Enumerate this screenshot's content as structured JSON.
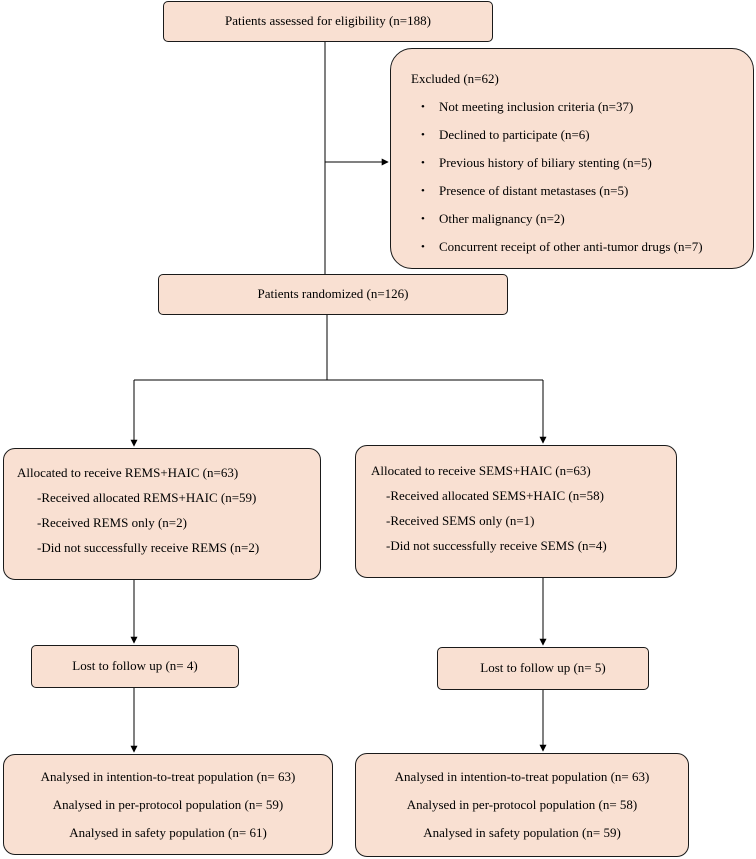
{
  "assessed": "Patients assessed for eligibility (n=188)",
  "excluded": {
    "title": "Excluded (n=62)",
    "bullet": "•",
    "items": [
      "Not meeting inclusion criteria (n=37)",
      "Declined to participate (n=6)",
      "Previous history of biliary stenting (n=5)",
      "Presence of distant metastases (n=5)",
      "Other malignancy (n=2)",
      "Concurrent receipt of other anti-tumor drugs (n=7)"
    ]
  },
  "randomized": "Patients randomized (n=126)",
  "left": {
    "allocated": "Allocated to receive REMS+HAIC (n=63)",
    "received_all": "-Received allocated REMS+HAIC (n=59)",
    "received_only": "-Received REMS only (n=2)",
    "not_received": "-Did not successfully receive REMS (n=2)",
    "lost": "Lost to follow up (n= 4)",
    "itt": "Analysed in intention-to-treat population (n= 63)",
    "pp": "Analysed in per-protocol population (n= 59)",
    "safety": "Analysed in safety population (n= 61)"
  },
  "right": {
    "allocated": "Allocated to receive SEMS+HAIC (n=63)",
    "received_all": "-Received allocated SEMS+HAIC (n=58)",
    "received_only": "-Received SEMS only (n=1)",
    "not_received": "-Did not successfully receive SEMS (n=4)",
    "lost": "Lost to follow up (n= 5)",
    "itt": "Analysed in intention-to-treat population (n= 63)",
    "pp": "Analysed in per-protocol population (n= 58)",
    "safety": "Analysed in safety population (n= 59)"
  }
}
